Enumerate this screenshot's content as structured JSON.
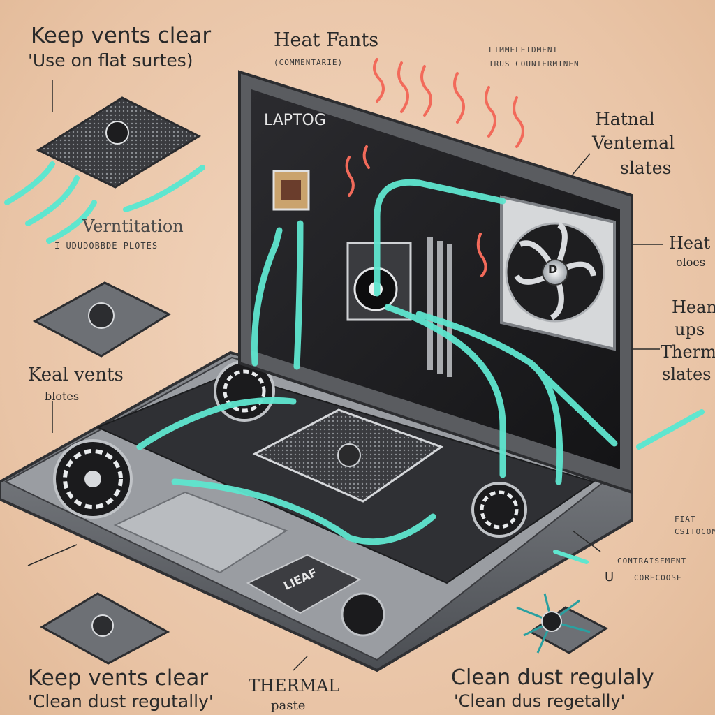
{
  "labels": {
    "top_left_title": "Keep vents clear",
    "top_left_sub": "'Use on flat surtes)",
    "top_center": "Heat Fants",
    "top_center_small": "(COMMENTARIE)",
    "top_right_small_1": "LIMMELEIDMENT",
    "top_right_small_2": "IRUS COUNTERMINEN",
    "screen_brand": "LAPTOG",
    "right_1_line1": "Hatnal",
    "right_1_line2": "Ventemal",
    "right_1_line3": "slates",
    "right_2_line1": "Heat",
    "right_2_line2": "oloes",
    "right_3_line1": "Hean",
    "right_3_line2": "ups",
    "right_3_line3": "Therm",
    "right_3_line4": "slates",
    "left_vent_1": "Verntitation",
    "left_vent_2": "I UDUDOBBDE PLOTES",
    "left_keal_1": "Keal vents",
    "left_keal_2": "blotes",
    "keyboard_chip": "LIEAF",
    "fan_badge": "D",
    "right_small_1": "FIAT",
    "right_small_2": "CSITOCOME",
    "right_small_3": "CONTRAISEMENT",
    "right_small_4": "CORECOOSE",
    "right_u": "U",
    "bottom_left_title": "Keep vents clear",
    "bottom_left_sub": "'Clean dust regutally'",
    "bottom_center_1": "THERMAL",
    "bottom_center_2": "paste",
    "bottom_right_title": "Clean dust regulaly",
    "bottom_right_sub": "'Clean dus regetally'"
  },
  "colors": {
    "background": "#ecc9ad",
    "airflow": "#5fe6cf",
    "heat": "#f26a5a",
    "laptop_body": "#5e6166",
    "screen": "#1c1c1f"
  }
}
